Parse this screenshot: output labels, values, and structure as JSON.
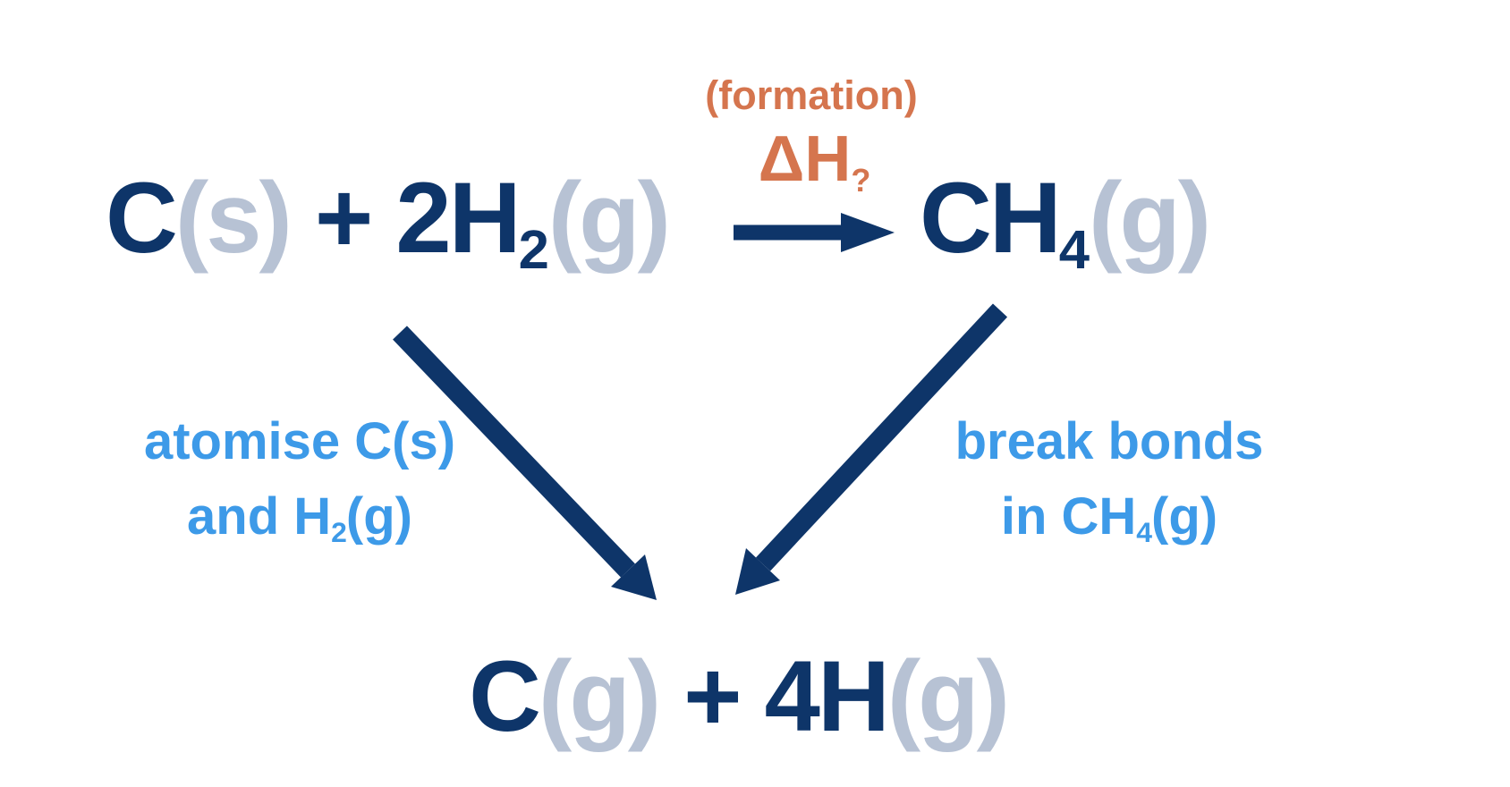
{
  "colors": {
    "navy": "#0e3569",
    "gray": "#b7c2d4",
    "orange": "#d5754e",
    "blue": "#3d9ae8",
    "bg": "#ffffff"
  },
  "formulas": {
    "reactants": [
      {
        "t": "C"
      },
      {
        "t": "(s)"
      },
      {
        "t": " + 2H"
      },
      {
        "t": "2"
      },
      {
        "t": "(g)"
      }
    ],
    "product": [
      {
        "t": "CH"
      },
      {
        "t": "4"
      },
      {
        "t": "(g)"
      }
    ],
    "atoms": [
      {
        "t": "C"
      },
      {
        "t": "(g)"
      },
      {
        "t": " + 4H"
      },
      {
        "t": "(g)"
      }
    ]
  },
  "arrow_labels": {
    "formation": "(formation)",
    "delta_h": "ΔH",
    "delta_h_sub": "?",
    "left_line1": "atomise C(s)",
    "left_line2_pre": "and H",
    "left_line2_sub": "2",
    "left_line2_post": "(g)",
    "right_line1": "break bonds",
    "right_line2_pre": "in CH",
    "right_line2_sub": "4",
    "right_line2_post": "(g)"
  }
}
